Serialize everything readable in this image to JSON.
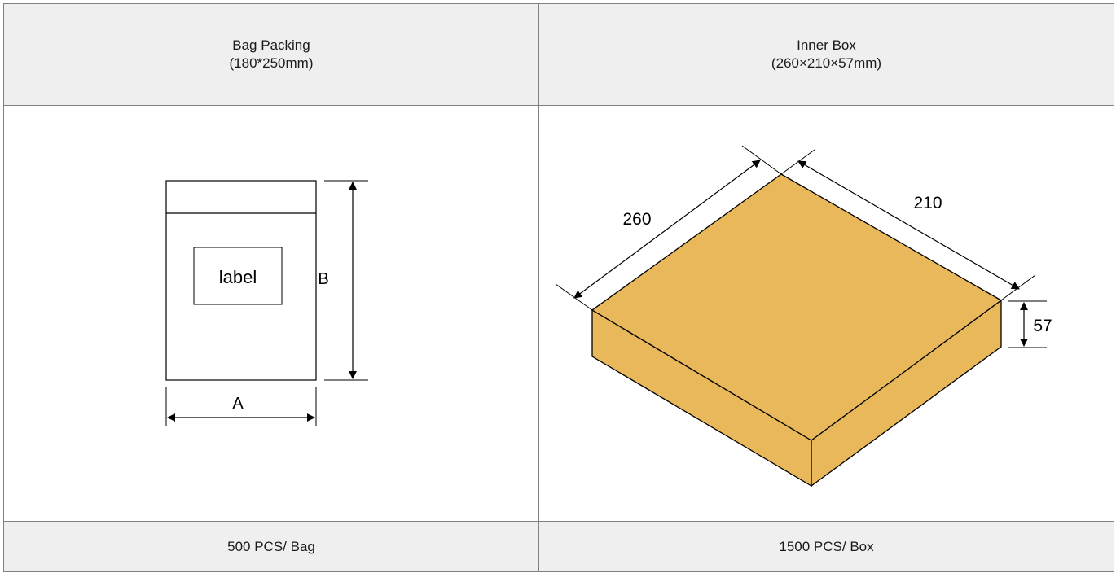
{
  "columns": [
    {
      "title": "Bag Packing",
      "size": "(180*250mm)",
      "footer": "500 PCS/ Bag",
      "diagram": {
        "inner_label": "label",
        "width_label": "A",
        "height_label": "B"
      }
    },
    {
      "title": "Inner Box",
      "size": "(260×210×57mm)",
      "footer": "1500 PCS/ Box",
      "diagram": {
        "length_label": "260",
        "width_label": "210",
        "height_label": "57",
        "box_color": "#e8b85a"
      }
    }
  ],
  "colors": {
    "header_bg": "#efefef",
    "border": "#808080"
  }
}
